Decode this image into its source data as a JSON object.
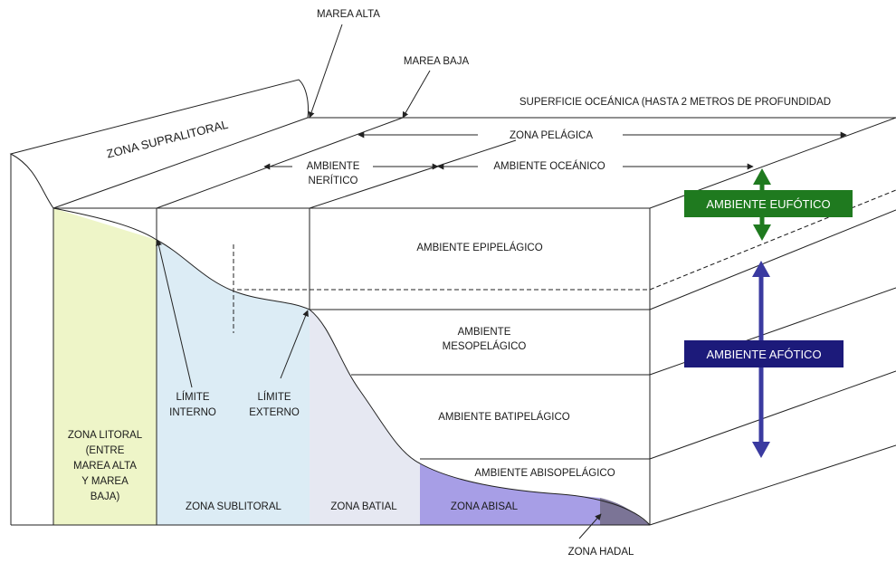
{
  "labels": {
    "marea_alta": "MAREA ALTA",
    "marea_baja": "MAREA BAJA",
    "superficie": "SUPERFICIE OCEÁNICA (HASTA 2 METROS DE PROFUNDIDAD",
    "zona_supralitoral": "ZONA SUPRALITORAL",
    "zona_pelagica": "ZONA PELÁGICA",
    "ambiente_neritico_1": "AMBIENTE",
    "ambiente_neritico_2": "NERÍTICO",
    "ambiente_oceanico": "AMBIENTE OCEÁNICO",
    "epipelagico": "AMBIENTE EPIPELÁGICO",
    "mesopelagico_1": "AMBIENTE",
    "mesopelagico_2": "MESOPELÁGICO",
    "batipelagico": "AMBIENTE BATIPELÁGICO",
    "abisopelagico": "AMBIENTE ABISOPELÁGICO",
    "limite_interno_1": "LÍMITE",
    "limite_interno_2": "INTERNO",
    "limite_externo_1": "LÍMITE",
    "limite_externo_2": "EXTERNO",
    "zona_litoral": [
      "ZONA LITORAL",
      "(ENTRE",
      "MAREA ALTA",
      "Y MAREA",
      "BAJA)"
    ],
    "zona_sublitoral": "ZONA SUBLITORAL",
    "zona_batial": "ZONA BATIAL",
    "zona_abisal": "ZONA ABISAL",
    "zona_hadal": "ZONA HADAL",
    "ambiente_eufotico": "AMBIENTE EUFÓTICO",
    "ambiente_afotico": "AMBIENTE AFÓTICO"
  },
  "colors": {
    "eufotico": "#1f7a1f",
    "afotico": "#1c1a7a",
    "arrow_blue": "#3a3aa0",
    "litoral_fill": "#eef5c8",
    "sublitoral_fill": "#dcecf5",
    "batial_fill": "#e6e8f2",
    "abisal_fill": "#a79ee6",
    "hadal_fill": "#7b7496"
  }
}
